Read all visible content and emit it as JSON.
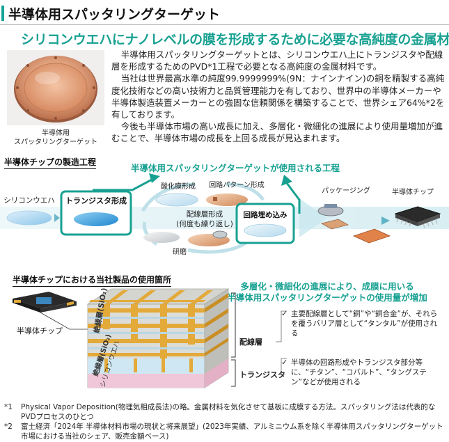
{
  "page": {
    "title": "半導体用スパッタリングターゲット",
    "headline": "シリコンウエハにナノレベルの膜を形成するために必要な高純度の金属材料"
  },
  "product": {
    "caption_line1": "半導体用",
    "caption_line2": "スパッタリングターゲット"
  },
  "intro": {
    "p1": "半導体用スパッタリングターゲットとは、シリコンウエハ上にトランジスタや配線層を形成するためのPVD*1工程で必要となる高純度の金属材料です。",
    "p2": "当社は世界最高水準の純度99.9999999%(9N：ナインナイン)の銅を精製する高純度化技術などの高い技術力と品質管理能力を有しており、世界中の半導体メーカーや半導体製造装置メーカーとの強固な信頼関係を構築することで、世界シェア64%*2を有しております。",
    "p3": "今後も半導体市場の高い成長に加え、多層化・微細化の進展により使用量増加が進むことで、半導体市場の成長を上回る成長が見込まれます。"
  },
  "process": {
    "section_title": "半導体チップの製造工程",
    "callout": "半導体用スパッタリングターゲットが使用される工程",
    "wafer": "シリコンウエハ",
    "transistor": "トランジスタ形成",
    "oxide": "酸化膜形成",
    "pattern": "回路パターン形成",
    "wiring_line1": "配線層形成",
    "wiring_line2": "(何度も繰り返し)",
    "polish": "研磨",
    "embed": "回路埋め込み",
    "packaging": "パッケージング",
    "chip": "半導体チップ"
  },
  "usage": {
    "section_title": "半導体チップにおける当社製品の使用箇所",
    "callout_line1": "多層化・微細化の進展により、成膜に用いる",
    "callout_line2": "半導体用スパッタリングターゲットの使用量が増加",
    "chip_label": "半導体チップ",
    "insulator_upper": "絶縁層(SiO₂)",
    "insulator_lower": "絶縁層(SiO₂)",
    "silicon_wafer": "シリコンウエハ",
    "wiring_layer": "配線層",
    "transistor": "トランジスタ",
    "note1": "主要配線層として“銅”や“銅合金”が、それらを覆うバリア層として“タンタル”が使用される",
    "note2": "半導体の回路形成やトランジスタ部分等に、“チタン”、“コバルト”、“タングステン”などが使用される"
  },
  "footnotes": [
    {
      "mark": "*1",
      "text": "Physical Vapor Deposition(物理気相成長法)の略。金属材料を気化させて基板に成膜する方法。スパッタリング法は代表的なPVDプロセスのひとつ"
    },
    {
      "mark": "*2",
      "text": "富士経済「2024年 半導体材料市場の現状と将来展望」(2023年実績、アルミニウム系を除く半導体用スパッタリングターゲット市場における当社のシェア、販売金額ベース)"
    }
  ],
  "colors": {
    "accent": "#18a192",
    "copper": "#d4895f",
    "insulator": "#dcdcd8",
    "wiring_gold": "#e0a93a",
    "band": "#e4f3f6"
  }
}
